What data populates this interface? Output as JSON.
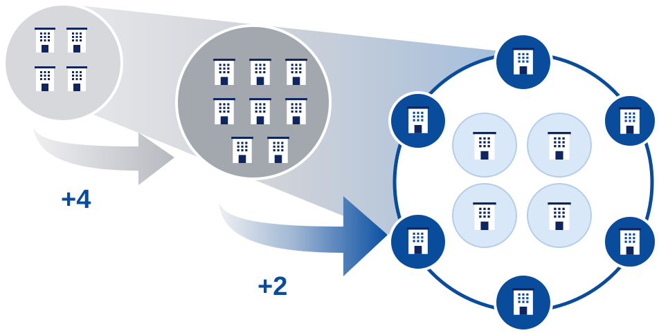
{
  "colors": {
    "primary_blue": "#0a4c9c",
    "light_blue_fill": "#d9e8f8",
    "light_blue_stroke": "#b4cde8",
    "small_circle_gray": "#d7d8dc",
    "medium_circle_gray": "#a3a7ae",
    "building_navy": "#0e2560",
    "building_white": "#ffffff",
    "arrow_light": "#d3d4d8",
    "arrow_blue": "#0a52a6"
  },
  "icons": {
    "building": "building-icon"
  },
  "stages": [
    {
      "name": "small-group",
      "building_count": 4
    },
    {
      "name": "medium-group",
      "building_count": 8
    },
    {
      "name": "network",
      "outer_building_count": 6,
      "inner_building_count": 4
    }
  ],
  "steps": [
    {
      "label": "+4"
    },
    {
      "label": "+2"
    }
  ]
}
